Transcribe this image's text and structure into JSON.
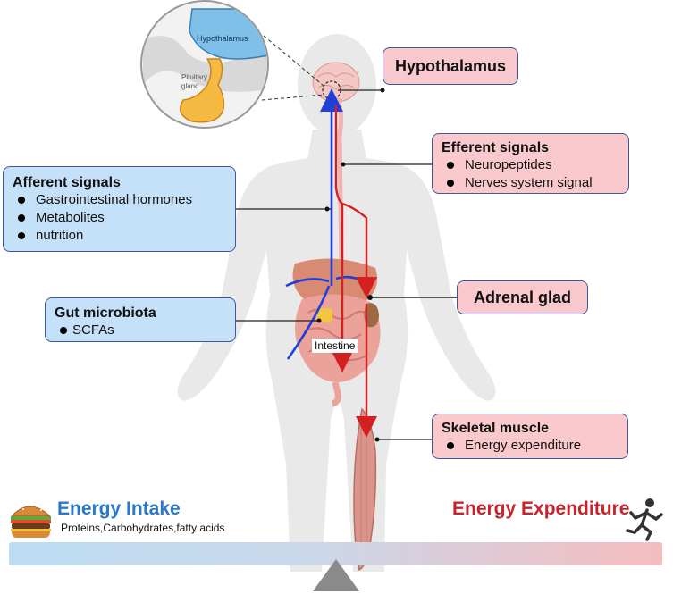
{
  "hypothalamus_box": {
    "title": "Hypothalamus"
  },
  "inset": {
    "hypothalamus_label": "Hypothalamus",
    "pituitary_label": "Pituitary gland"
  },
  "efferent": {
    "title": "Efferent signals",
    "items": [
      "Neuropeptides",
      "Nerves system signal"
    ]
  },
  "afferent": {
    "title": "Afferent signals",
    "items": [
      "Gastrointestinal hormones",
      "Metabolites",
      "nutrition"
    ]
  },
  "gut": {
    "title": "Gut microbiota",
    "items": [
      "SCFAs"
    ]
  },
  "adrenal": {
    "title": "Adrenal glad"
  },
  "skeletal": {
    "title": "Skeletal muscle",
    "items": [
      "Energy expenditure"
    ]
  },
  "intestine_label": "Intestine",
  "energy_intake": {
    "title": "Energy Intake",
    "subtitle": "Proteins,Carbohydrates,fatty acids"
  },
  "energy_expenditure": {
    "title": "Energy Expenditure"
  },
  "colors": {
    "afferent_arrow": "#1f3fd6",
    "efferent_arrow": "#d42020",
    "box_border": "#3a57a0",
    "blue_box": "#c5e1fa",
    "pink_box": "#f9c9cd",
    "intake_text": "#2a78c8",
    "expenditure_text": "#c8232c"
  },
  "icons": [
    "burger-icon",
    "runner-icon",
    "fulcrum-triangle-icon",
    "body-silhouette",
    "brain-icon"
  ]
}
